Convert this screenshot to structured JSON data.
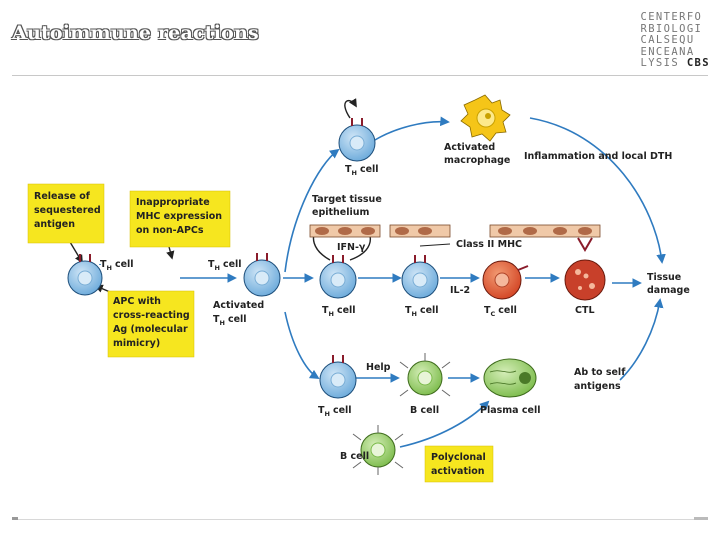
{
  "title": "Autoimmune reactions",
  "logo_lines": [
    "CENTERFO",
    "RBIOLOGI",
    "CALSEQU",
    "ENCEANA",
    "LYSIS"
  ],
  "logo_bold": "CBS",
  "boxes": {
    "release": [
      "Release of",
      "sequestered",
      "antigen"
    ],
    "inappropriate": [
      "Inappropriate",
      "MHC expression",
      "on non-APCs"
    ],
    "apc": [
      "APC with",
      "cross-reacting",
      "Ag (molecular",
      "mimicry)"
    ],
    "polyclonal": [
      "Polyclonal",
      "activation"
    ]
  },
  "labels": {
    "th": "T",
    "th_sub": "H",
    "tc_sub": "C",
    "cell": "cell",
    "activated_th": [
      "Activated",
      "T",
      "cell"
    ],
    "activated_macrophage": [
      "Activated",
      "macrophage"
    ],
    "inflammation": "Inflammation and local DTH",
    "target_tissue": [
      "Target tissue",
      "epithelium"
    ],
    "ifn": "IFN-γ",
    "class2": "Class II MHC",
    "il2": "IL-2",
    "ctl": "CTL",
    "tissue_damage": [
      "Tissue",
      "damage"
    ],
    "help": "Help",
    "ab_self": [
      "Ab to self",
      "antigens"
    ],
    "b_cell": "B cell",
    "plasma_cell": "Plasma cell"
  },
  "colors": {
    "th_cell": "#8fc1e8",
    "b_cell": "#9ccf6a",
    "tc_cell": "#e0522e",
    "ctl_cell": "#c8402a",
    "macrophage": "#f5c518",
    "box": "#f6e61f",
    "arrow": "#2f7bc0",
    "receptor": "#8a1c2b"
  }
}
